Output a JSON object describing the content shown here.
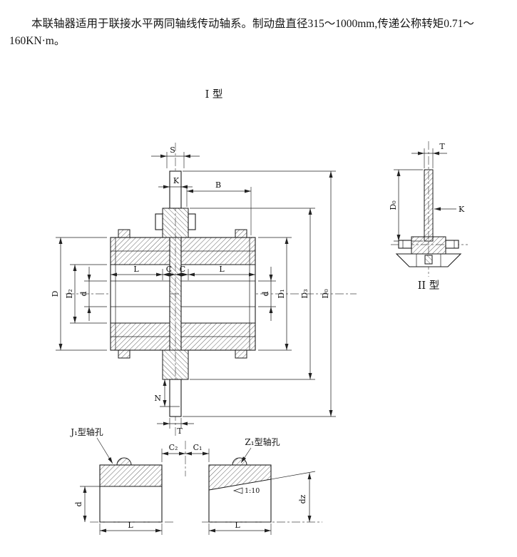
{
  "header": {
    "paragraph": "本联轴器适用于联接水平两同轴线传动轴系。制动盘直径315～1000mm,传递公称转矩0.71～160KN·m。"
  },
  "type1": {
    "title": "I 型",
    "dims": {
      "s": "S",
      "k": "K",
      "b": "B",
      "l_left": "L",
      "c_left": "C",
      "c_right": "C",
      "l_right": "L",
      "big_d": "D",
      "d2": "D₂",
      "d_left": "d",
      "d_right": "d",
      "d1": "D₁",
      "d3": "D₃",
      "d0": "D₀",
      "n": "N",
      "t": "T"
    }
  },
  "type2": {
    "title": "II 型",
    "dims": {
      "t": "T",
      "d0": "D₀",
      "k": "K"
    }
  },
  "shaft_holes": {
    "j1_label": "J₁型轴孔",
    "z1_label": "Z₁型轴孔",
    "c2": "C₂",
    "c1": "C₁",
    "d": "d",
    "l_left": "L",
    "l_right": "L",
    "taper": "1:10",
    "dz": "dz"
  }
}
